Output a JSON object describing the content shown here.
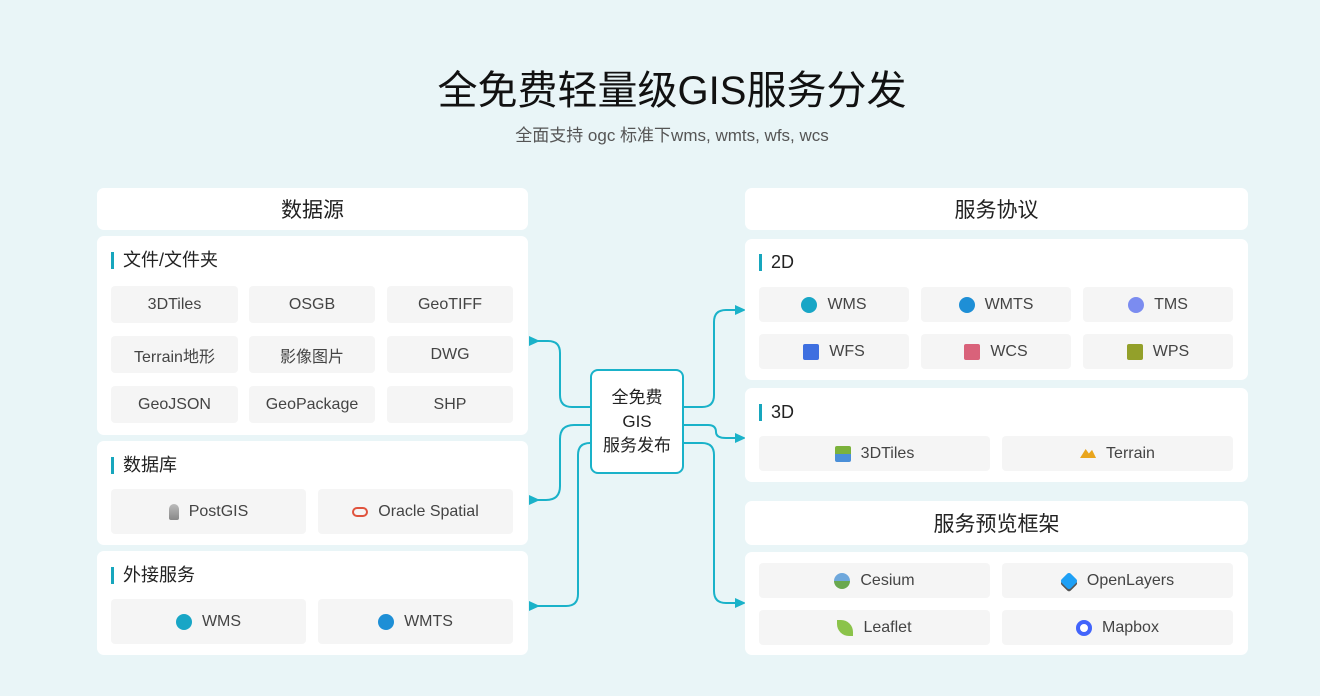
{
  "title": "全免费轻量级GIS服务分发",
  "subtitle": "全面支持 ogc 标准下wms, wmts, wfs, wcs",
  "left": {
    "header": "数据源",
    "files": {
      "label": "文件/文件夹",
      "items": [
        "3DTiles",
        "OSGB",
        "GeoTIFF",
        "Terrain地形",
        "影像图片",
        "DWG",
        "GeoJSON",
        "GeoPackage",
        "SHP"
      ]
    },
    "database": {
      "label": "数据库",
      "items": [
        "PostGIS",
        "Oracle Spatial"
      ]
    },
    "external": {
      "label": "外接服务",
      "items": [
        "WMS",
        "WMTS"
      ]
    }
  },
  "center": {
    "line1": "全免费",
    "line2": "GIS",
    "line3": "服务发布"
  },
  "right": {
    "header": "服务协议",
    "d2": {
      "label": "2D",
      "items": [
        "WMS",
        "WMTS",
        "TMS",
        "WFS",
        "WCS",
        "WPS"
      ]
    },
    "d3": {
      "label": "3D",
      "items": [
        "3DTiles",
        "Terrain"
      ]
    },
    "preview_header": "服务预览框架",
    "preview": {
      "items": [
        "Cesium",
        "OpenLayers",
        "Leaflet",
        "Mapbox"
      ]
    }
  },
  "colors": {
    "accent": "#1ab2c9",
    "background": "#e9f5f7"
  }
}
